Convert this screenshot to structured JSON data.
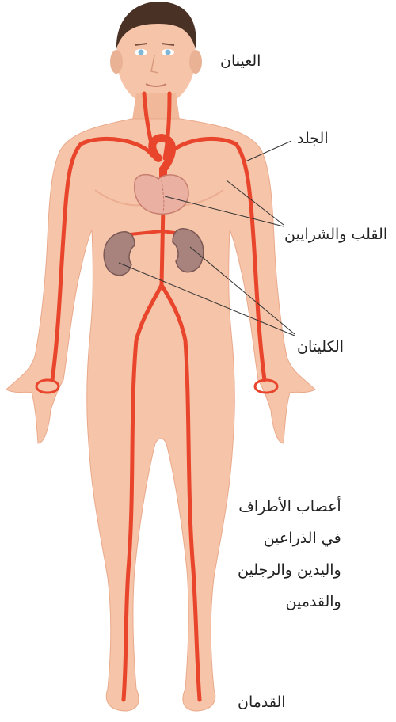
{
  "labels": {
    "eyes": "العينان",
    "skin": "الجلد",
    "heart_arteries": "القلب والشرايين",
    "kidneys": "الكليتان",
    "nerves": [
      "أعصاب الأطراف",
      "في الذراعين",
      "واليدين والرجلين",
      "والقدمين"
    ],
    "feet": "القدمان"
  },
  "colors": {
    "skin": "#f6c4a8",
    "skin_shadow": "#e9a98b",
    "artery": "#e8452c",
    "heart": "#eab0a2",
    "kidney": "#a8837e",
    "hair": "#4a3125",
    "eye": "#7fb6d8",
    "leader_line": "#333333"
  }
}
